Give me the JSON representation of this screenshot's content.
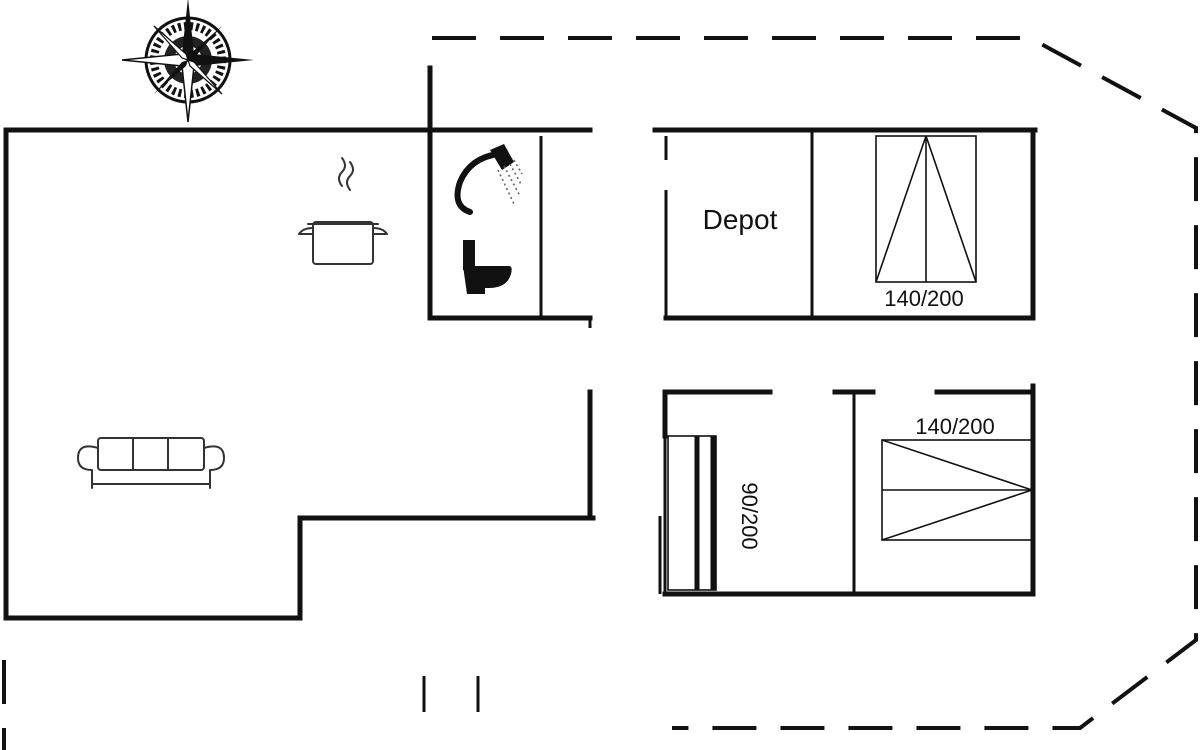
{
  "floorplan": {
    "rooms": {
      "depot": {
        "label": "Depot"
      }
    },
    "beds": {
      "upper_bedroom": "140/200",
      "lower_bedroom_double": "140/200",
      "lower_bedroom_single": "90/200"
    },
    "symbols": [
      "compass-icon",
      "cooking-pot-icon",
      "shower-icon",
      "toilet-icon",
      "sofa-icon"
    ]
  }
}
